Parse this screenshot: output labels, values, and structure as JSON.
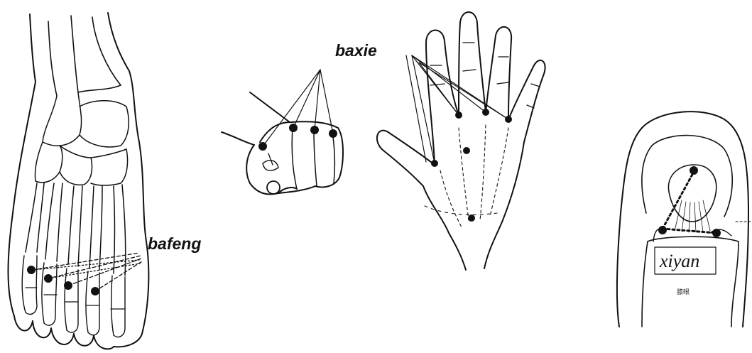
{
  "labels": {
    "bafeng": "bafeng",
    "baxie": "baxie",
    "xiyan": "xiyan",
    "xiyan_chinese": "膝眼"
  }
}
